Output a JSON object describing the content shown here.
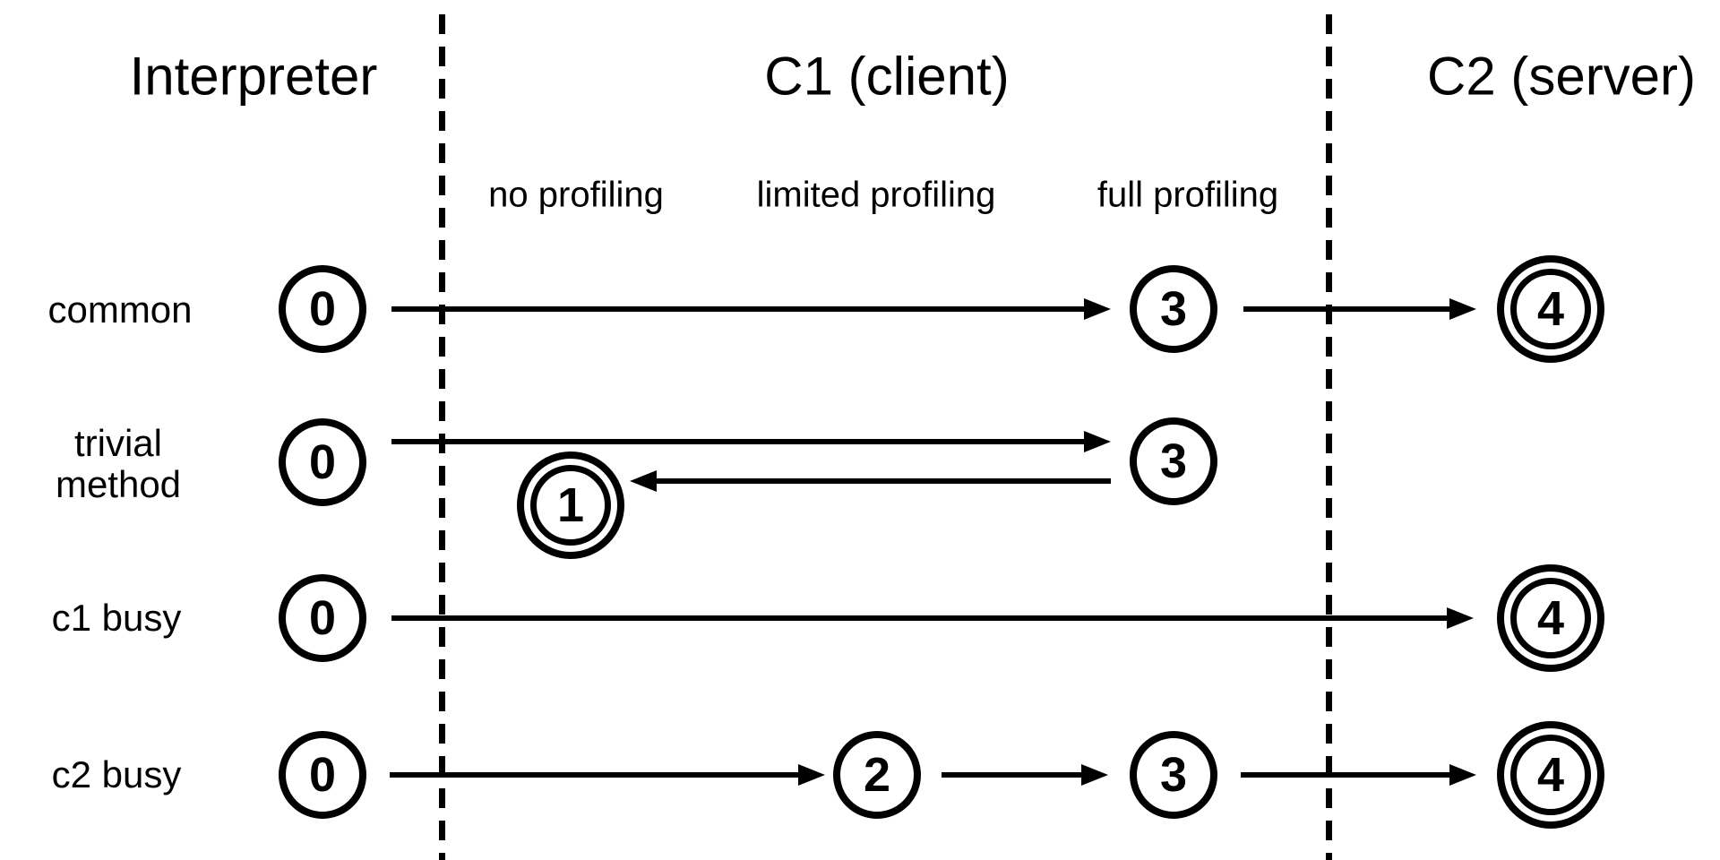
{
  "header": {
    "interpreter": "Interpreter",
    "c1": "C1 (client)",
    "c2": "C2 (server)"
  },
  "c1_modes": {
    "no": "no profiling",
    "limited": "limited profiling",
    "full": "full profiling"
  },
  "rows": {
    "common": {
      "label": "common",
      "n0": "0",
      "n3": "3",
      "n4": "4"
    },
    "trivial_method": {
      "label_line1": "trivial",
      "label_line2": "method",
      "n0": "0",
      "n3": "3",
      "n1": "1"
    },
    "c1_busy": {
      "label": "c1 busy",
      "n0": "0",
      "n4": "4"
    },
    "c2_busy": {
      "label": "c2 busy",
      "n0": "0",
      "n2": "2",
      "n3": "3",
      "n4": "4"
    }
  },
  "colors": {
    "ink": "#000000",
    "background": "#ffffff"
  }
}
